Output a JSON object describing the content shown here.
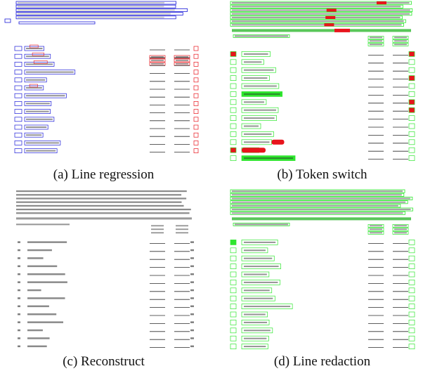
{
  "figure": {
    "panels": [
      {
        "id": "a",
        "caption": "(a) Line regression",
        "style": "line-regression"
      },
      {
        "id": "b",
        "caption": "(b) Token switch",
        "style": "token-switch"
      },
      {
        "id": "c",
        "caption": "(c) Reconstruct",
        "style": "reconstruct"
      },
      {
        "id": "d",
        "caption": "(d) Line redaction",
        "style": "line-redaction"
      }
    ],
    "colors": {
      "red": "#e8141c",
      "green": "#2ee62e",
      "blue": "#1c1cd8",
      "grey": "#9a9a9a",
      "ink": "#2a2a2a"
    }
  }
}
